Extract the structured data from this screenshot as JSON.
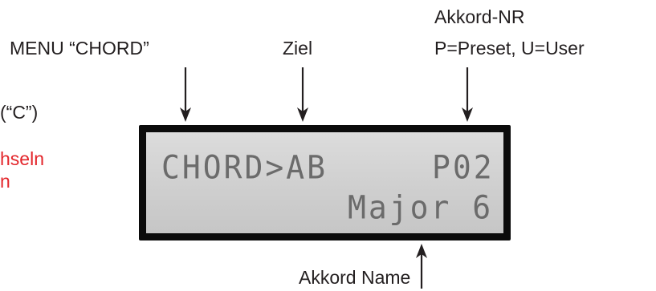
{
  "labels": {
    "menu": "MENU “CHORD”",
    "target": "Ziel",
    "chord_nr_title": "Akkord-NR",
    "chord_nr_desc": "P=Preset, U=User",
    "chord_name": "Akkord Name",
    "left_partial_1": "(“C”)",
    "left_partial_2": "hseln",
    "left_partial_3": "n"
  },
  "lcd": {
    "line1_left": "CHORD>AB",
    "line1_right": "P02",
    "line2_right": "Major 6"
  },
  "colors": {
    "text": "#231f20",
    "highlight": "#e3262b",
    "lcd_frame": "#0b0b0b",
    "lcd_text": "#6b6b6b"
  }
}
